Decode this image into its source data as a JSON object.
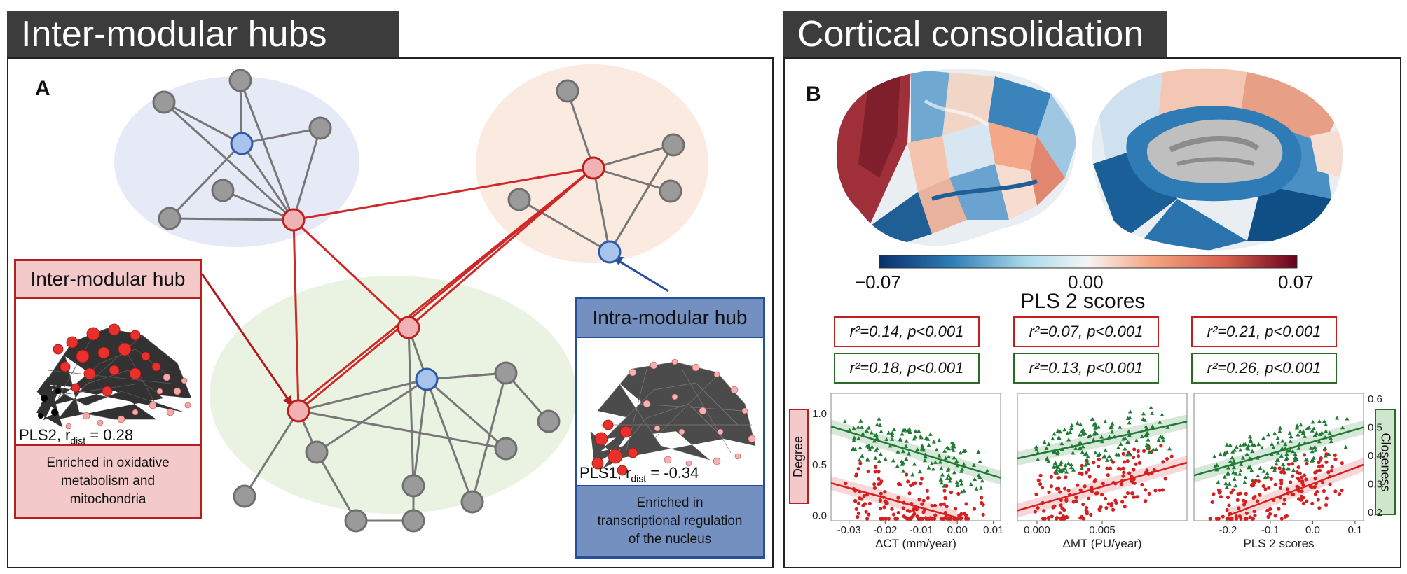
{
  "left": {
    "title": "Inter-modular hubs",
    "letter": "A",
    "inter_hub": {
      "heading": "Inter-modular hub",
      "pls_prefix": "PLS2, r",
      "pls_sub": "dist",
      "pls_value": " = 0.28",
      "description": [
        "Enriched in oxidative",
        "metabolism and",
        "mitochondria"
      ]
    },
    "intra_hub": {
      "heading": "Intra-modular hub",
      "pls_prefix": "PLS1, r",
      "pls_sub": "dist",
      "pls_value": " = -0.34",
      "description": [
        "Enriched in",
        "transcriptional regulation",
        "of the nucleus"
      ]
    }
  },
  "right": {
    "title": "Cortical consolidation",
    "letter": "B",
    "colorbar": {
      "min_label": "−0.07",
      "mid_label": "0.00",
      "max_label": "0.07",
      "title": "PLS 2 scores",
      "colors": [
        "#08306b",
        "#2c7bb6",
        "#abd9e9",
        "#f5f5f5",
        "#f4a582",
        "#d6604d",
        "#67001f"
      ]
    },
    "stats": [
      {
        "red": "r²=0.14, p<0.001",
        "green": "r²=0.18, p<0.001"
      },
      {
        "red": "r²=0.07, p<0.001",
        "green": "r²=0.13, p<0.001"
      },
      {
        "red": "r²=0.21, p<0.001",
        "green": "r²=0.26, p<0.001"
      }
    ],
    "left_axis_label": "Degree",
    "right_axis_label": "Closeness",
    "colors": {
      "red_series": "#d42020",
      "green_series": "#1f7a34"
    }
  },
  "chart_data": [
    {
      "type": "scatter",
      "xlabel": "ΔCT (mm/year)",
      "xticks": [
        "-0.03",
        "-0.02",
        "-0.01",
        "0.00",
        "0.01"
      ],
      "xlim": [
        -0.035,
        0.012
      ],
      "ylabel": "Degree",
      "yticks": [
        "0.0",
        "0.5",
        "1.0"
      ],
      "ylim": [
        -0.05,
        1.2
      ],
      "y2label": "Closeness",
      "y2lim": [
        0.17,
        0.62
      ],
      "series": [
        {
          "fit": [
            [
              -0.035,
              0.32
            ],
            [
              0.0,
              -0.02
            ]
          ]
        },
        {
          "fit": [
            [
              -0.035,
              0.503
            ],
            [
              0.012,
              0.322
            ]
          ]
        }
      ]
    },
    {
      "type": "scatter",
      "xlabel": "ΔMT (PU/year)",
      "xticks": [
        "0.000",
        "0.005"
      ],
      "xlim": [
        -0.0015,
        0.0115
      ],
      "ylim": [
        -0.05,
        1.2
      ],
      "y2lim": [
        0.17,
        0.62
      ],
      "series": [
        {
          "fit": [
            [
              -0.0015,
              0.05
            ],
            [
              0.0115,
              0.52
            ]
          ]
        },
        {
          "fit": [
            [
              -0.0015,
              0.39
            ],
            [
              0.0115,
              0.52
            ]
          ]
        }
      ]
    },
    {
      "type": "scatter",
      "xlabel": "PLS 2 scores",
      "xticks": [
        "-0.2",
        "-0.1",
        "0.0",
        "0.1"
      ],
      "xlim": [
        -0.28,
        0.12
      ],
      "y2label": "Closeness",
      "y2ticks": [
        "0.2",
        "0.3",
        "0.4",
        "0.5",
        "0.6"
      ],
      "y2lim": [
        0.17,
        0.62
      ],
      "ylim": [
        -0.05,
        1.2
      ],
      "series": [
        {
          "fit": [
            [
              -0.2,
              0.0
            ],
            [
              0.12,
              0.5
            ]
          ]
        },
        {
          "fit": [
            [
              -0.28,
              0.33
            ],
            [
              0.12,
              0.5
            ]
          ]
        }
      ]
    }
  ]
}
